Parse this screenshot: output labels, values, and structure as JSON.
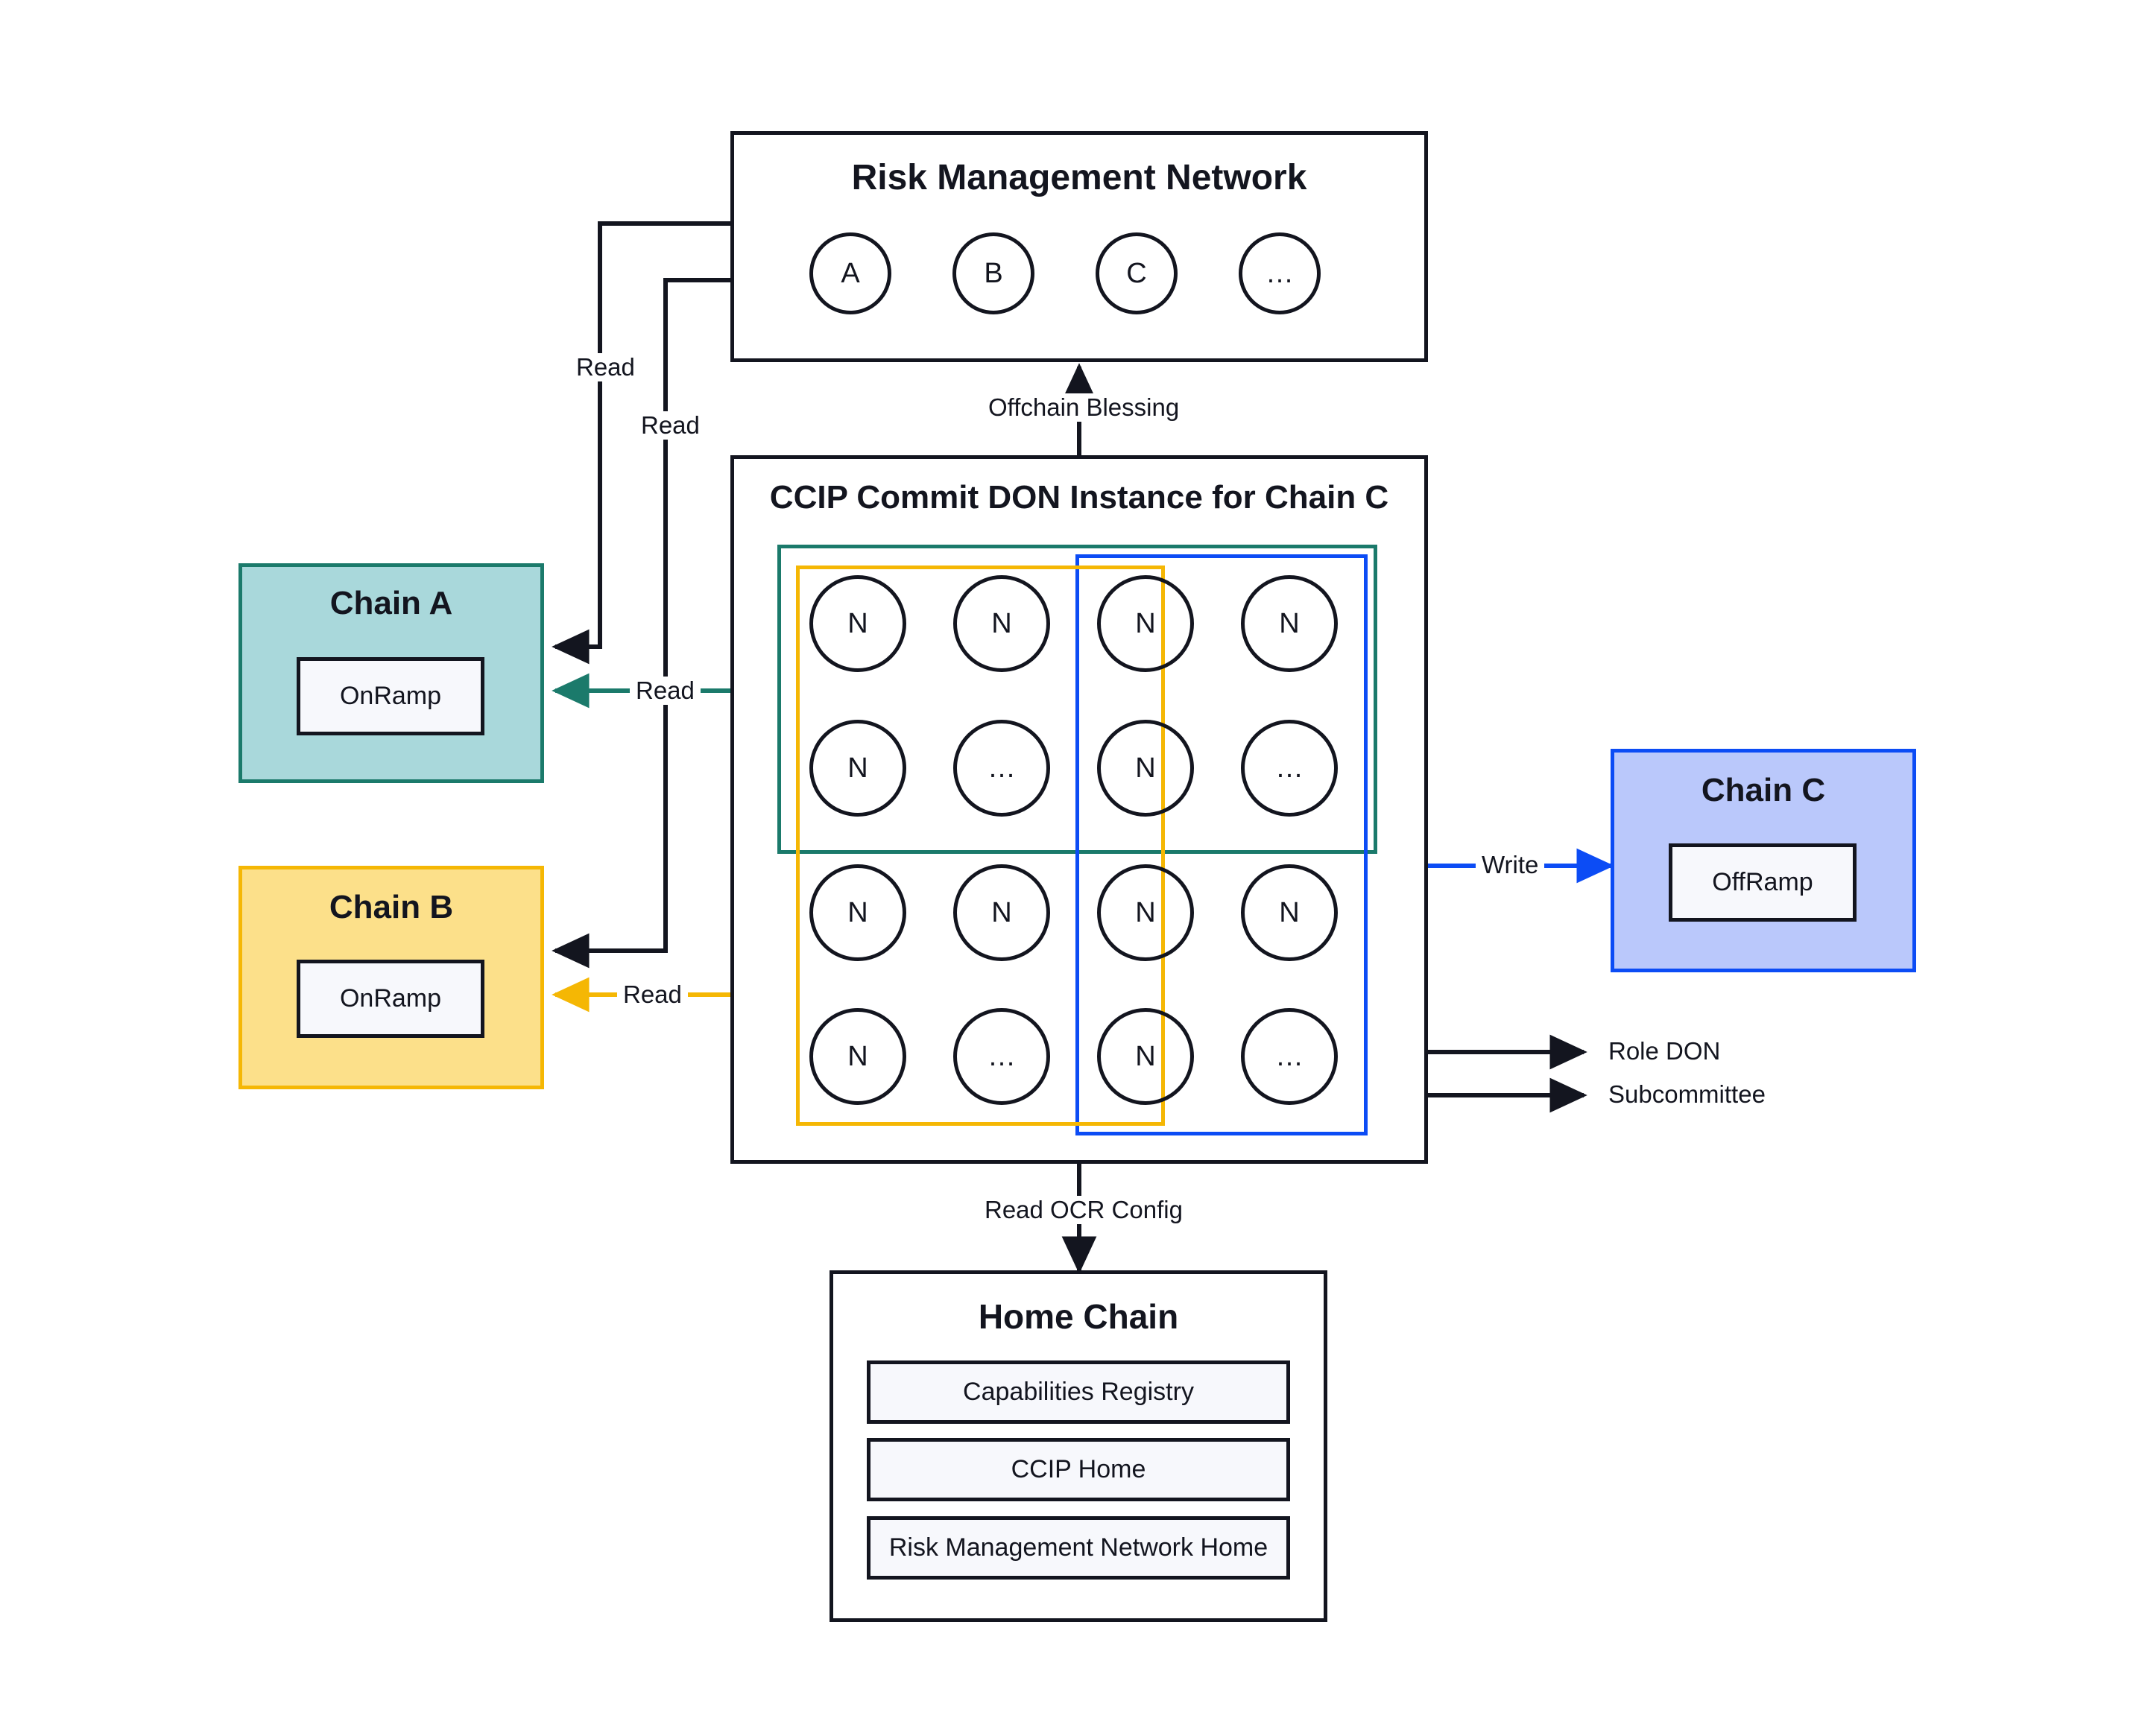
{
  "diagram": {
    "title_rmn": "Risk Management Network",
    "title_don": "CCIP Commit DON Instance for Chain C",
    "title_home": "Home Chain"
  },
  "rmn": {
    "label": "Risk Management Network",
    "nodes": [
      "A",
      "B",
      "C",
      "…"
    ]
  },
  "don": {
    "label": "CCIP Commit DON Instance for Chain C",
    "node_label": "N",
    "ellipsis_label": "…",
    "grid": [
      [
        "N",
        "N",
        "N",
        "N"
      ],
      [
        "N",
        "…",
        "N",
        "…"
      ],
      [
        "N",
        "N",
        "N",
        "N"
      ],
      [
        "N",
        "…",
        "N",
        "…"
      ]
    ],
    "groups": [
      {
        "name": "committee-teal",
        "color": "#1b7a6b"
      },
      {
        "name": "committee-yellow",
        "color": "#f5b704"
      },
      {
        "name": "committee-blue",
        "color": "#0c4cf5"
      }
    ]
  },
  "chains": [
    {
      "id": "chain-a",
      "title": "Chain A",
      "ramp": "OnRamp",
      "fill": "#a9d8db",
      "border": "#1b7a6b"
    },
    {
      "id": "chain-b",
      "title": "Chain B",
      "ramp": "OnRamp",
      "fill": "#fce08a",
      "border": "#f5b704"
    },
    {
      "id": "chain-c",
      "title": "Chain C",
      "ramp": "OffRamp",
      "fill": "#bac8fb",
      "border": "#0c4cf5"
    }
  ],
  "home_chain": {
    "title": "Home Chain",
    "items": [
      "Capabilities Registry",
      "CCIP Home",
      "Risk Management Network Home"
    ]
  },
  "edges": {
    "offchain_blessing": "Offchain Blessing",
    "read_rmn_to_chain_a": "Read",
    "read_rmn_to_chain_b": "Read",
    "read_don_to_chain_a": "Read",
    "read_don_to_chain_b": "Read",
    "write_don_to_chain_c": "Write",
    "read_ocr_config": "Read OCR Config"
  },
  "legend": {
    "role_don": "Role DON",
    "subcommittee": "Subcommittee"
  },
  "colors": {
    "ink": "#13151f",
    "teal": "#1b7a6b",
    "yellow": "#f5b704",
    "blue": "#0c4cf5",
    "panel_fill": "#f7f8fc",
    "background": "#ffffff"
  }
}
